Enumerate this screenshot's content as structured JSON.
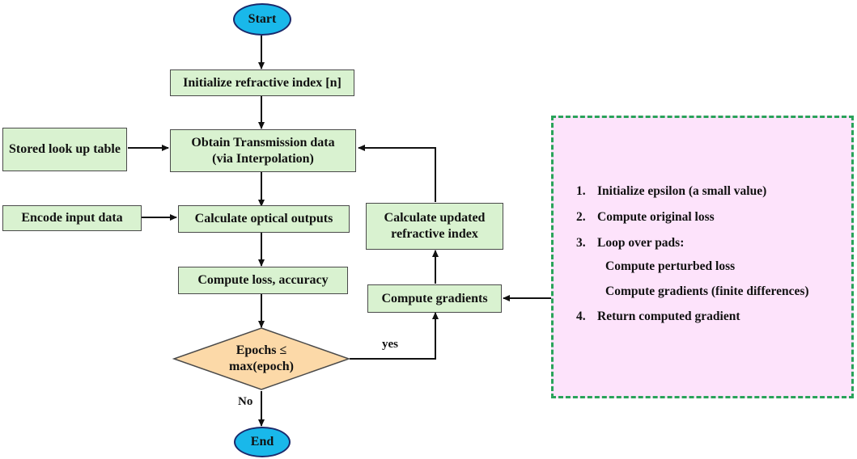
{
  "nodes": {
    "start": "Start",
    "init_n": "Initialize refractive index [n]",
    "lookup": "Stored look up table",
    "obtain_line1": "Obtain Transmission data",
    "obtain_line2": "(via Interpolation)",
    "encode": "Encode input data",
    "calc_optical": "Calculate optical outputs",
    "loss": "Compute loss, accuracy",
    "decision_line1": "Epochs ≤",
    "decision_line2": "max(epoch)",
    "end": "End",
    "grad": "Compute gradients",
    "update_line1": "Calculate updated",
    "update_line2": "refractive index"
  },
  "edges": {
    "yes": "yes",
    "no": "No"
  },
  "panel": {
    "steps": [
      {
        "num": "1.",
        "text": "Initialize epsilon (a small value)"
      },
      {
        "num": "2.",
        "text": "Compute original loss"
      },
      {
        "num": "3.",
        "text": "Loop over pads:"
      },
      {
        "num": "",
        "text": "Compute perturbed loss"
      },
      {
        "num": "",
        "text": "Compute gradients (finite differences)"
      },
      {
        "num": "4.",
        "text": "Return computed gradient"
      }
    ]
  },
  "colors": {
    "process_fill": "#d9f2d0",
    "terminal_fill": "#19b8ea",
    "decision_fill": "#fcd9a8",
    "panel_fill": "#fde3fb",
    "panel_border": "#2aa35a"
  }
}
